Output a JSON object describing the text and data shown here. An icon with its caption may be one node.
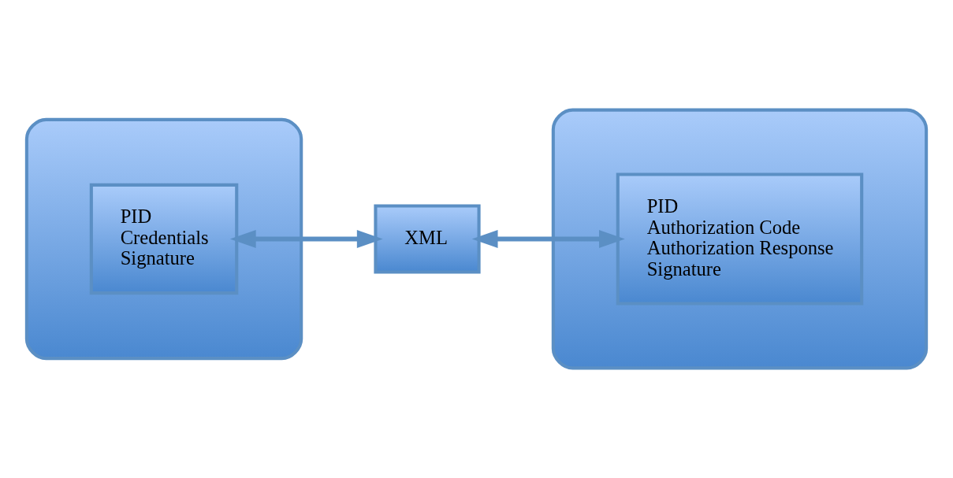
{
  "diagram": {
    "nodes": [
      {
        "text": [],
        "shape": "box"
      },
      {
        "text": [
          "PID",
          "Credentials",
          "Signature"
        ],
        "in": 0
      },
      {
        "text": [
          "XML"
        ]
      },
      {
        "text": [],
        "shape": "box"
      },
      {
        "text": [
          "PID",
          "Authorization Code",
          "Authorization Response",
          "Signature"
        ],
        "in": 3
      }
    ],
    "edges": [
      {
        "from": 1,
        "to": 2,
        "arrow": "both"
      },
      {
        "from": 2,
        "to": 4,
        "arrow": "both"
      }
    ]
  }
}
